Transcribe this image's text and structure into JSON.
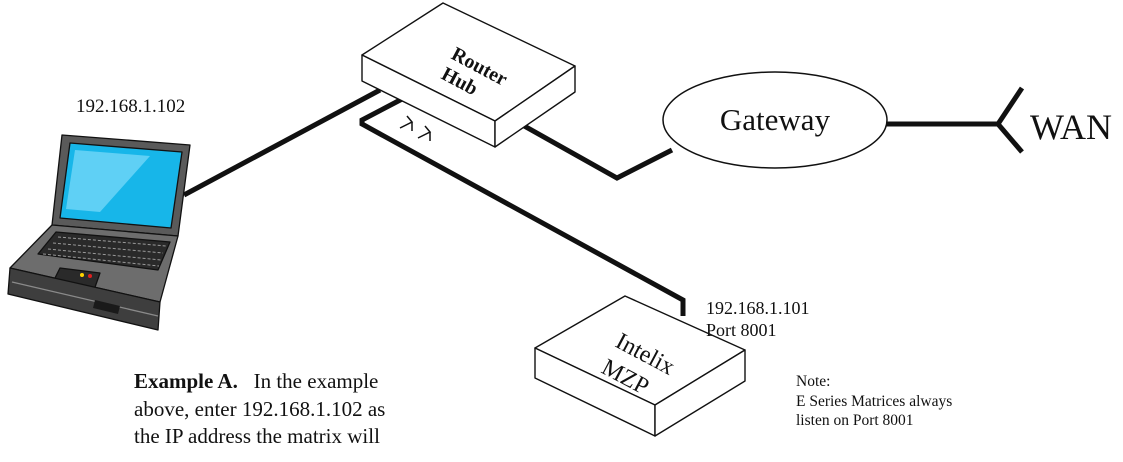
{
  "router": {
    "line1": "Router",
    "line2": "Hub"
  },
  "gateway": {
    "label": "Gateway"
  },
  "wan": {
    "label": "WAN"
  },
  "laptop": {
    "ip": "192.168.1.102"
  },
  "mzp": {
    "line1": "Intelix",
    "line2": "MZP",
    "ip": "192.168.1.101",
    "port": "Port 8001"
  },
  "note": {
    "title": "Note:",
    "line1": "E Series Matrices always",
    "line2": "listen on Port 8001"
  },
  "caption": {
    "bold": "Example A.",
    "line1_rest": "In the example",
    "line2": "above, enter 192.168.1.102 as",
    "line3": "the IP address the matrix will"
  }
}
